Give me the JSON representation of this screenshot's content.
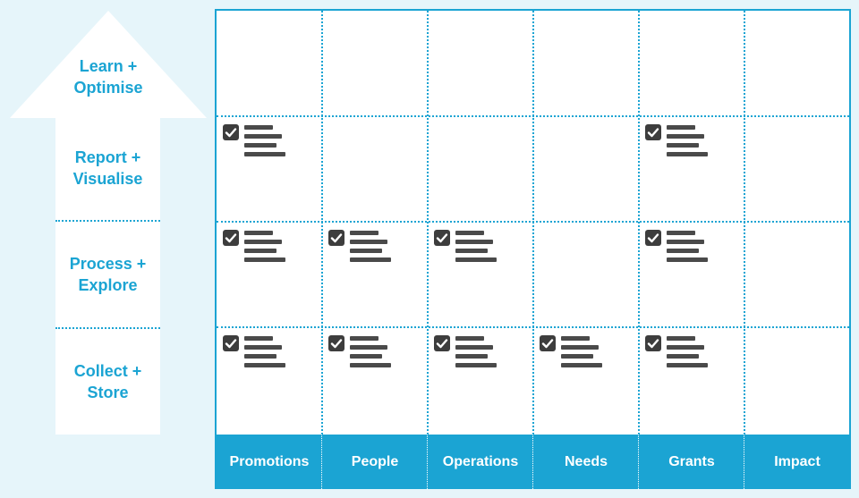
{
  "stages": [
    {
      "id": "learn",
      "label": "Learn +\nOptimise"
    },
    {
      "id": "report",
      "label": "Report +\nVisualise"
    },
    {
      "id": "process",
      "label": "Process +\nExplore"
    },
    {
      "id": "collect",
      "label": "Collect +\nStore"
    }
  ],
  "columns": [
    "Promotions",
    "People",
    "Operations",
    "Needs",
    "Grants",
    "Impact"
  ],
  "checked_cells": {
    "learn": [
      false,
      false,
      false,
      false,
      false,
      false
    ],
    "report": [
      true,
      false,
      false,
      false,
      true,
      false
    ],
    "process": [
      true,
      true,
      true,
      false,
      true,
      false
    ],
    "collect": [
      true,
      true,
      true,
      true,
      true,
      false
    ]
  },
  "colors": {
    "accent": "#1ba4d3",
    "background": "#e6f5fa",
    "icon": "#3d3d3d",
    "cell": "#ffffff"
  }
}
